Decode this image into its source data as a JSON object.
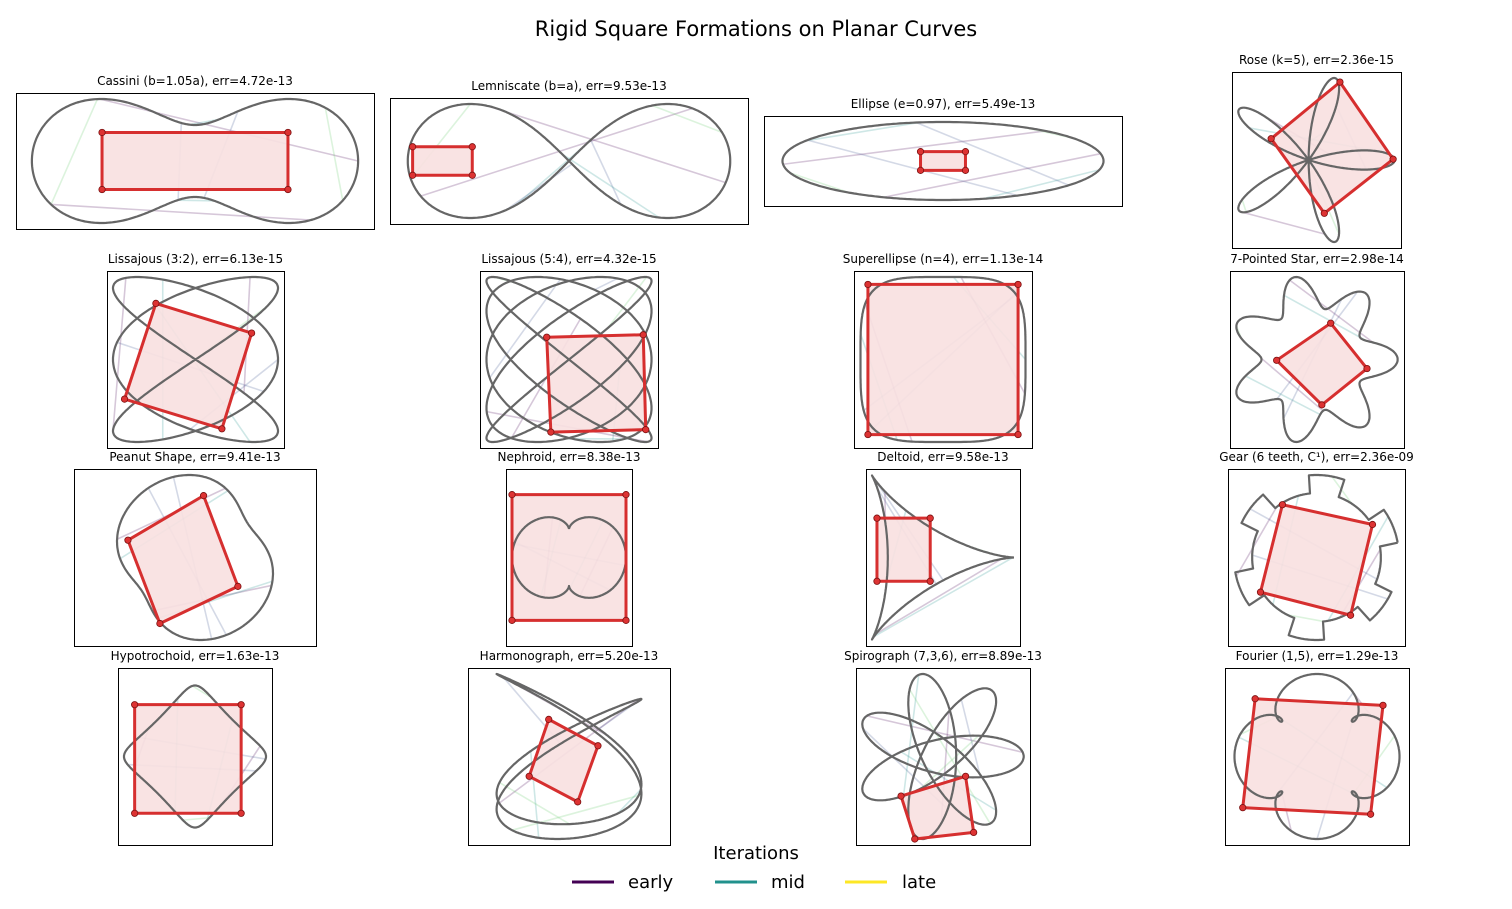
{
  "figure": {
    "title": "Rigid Square Formations on Planar Curves",
    "legend": {
      "title": "Iterations",
      "items": [
        {
          "label": "early",
          "color": "#440154"
        },
        {
          "label": "mid",
          "color": "#21918c"
        },
        {
          "label": "late",
          "color": "#fde725"
        }
      ]
    },
    "colors": {
      "curve": "#666666",
      "square_edge": "#d62f2f",
      "square_fill": "#f8e0e0",
      "vertex_fill": "#dd3333",
      "vertex_edge": "#7a1010"
    }
  },
  "chart_data": [
    {
      "type": "scatter",
      "title": "Cassini (b=1.05a), err=4.72e-13",
      "curve": "cassini",
      "square": [
        [
          -0.57,
          0.46
        ],
        [
          0.57,
          0.46
        ],
        [
          0.57,
          -0.46
        ],
        [
          -0.57,
          -0.46
        ]
      ]
    },
    {
      "type": "scatter",
      "title": "Lemniscate (b=a), err=9.53e-13",
      "curve": "lemniscate",
      "square": [
        [
          -0.97,
          0.25
        ],
        [
          -0.6,
          0.25
        ],
        [
          -0.6,
          -0.25
        ],
        [
          -0.97,
          -0.25
        ]
      ]
    },
    {
      "type": "scatter",
      "title": "Ellipse (e=0.97), err=5.49e-13",
      "curve": "ellipse",
      "square": [
        [
          -0.14,
          0.24
        ],
        [
          0.14,
          0.24
        ],
        [
          0.14,
          -0.24
        ],
        [
          -0.14,
          -0.24
        ]
      ]
    },
    {
      "type": "scatter",
      "title": "Rose (k=5), err=2.36e-15",
      "curve": "rose",
      "square": [
        [
          0.3,
          0.95
        ],
        [
          0.98,
          0.01
        ],
        [
          0.1,
          -0.65
        ],
        [
          -0.58,
          0.26
        ]
      ]
    },
    {
      "type": "scatter",
      "title": "Lissajous (3:2), err=6.13e-15",
      "curve": "lissajous32",
      "square": [
        [
          -0.48,
          0.68
        ],
        [
          0.68,
          0.32
        ],
        [
          0.32,
          -0.84
        ],
        [
          -0.86,
          -0.48
        ]
      ]
    },
    {
      "type": "scatter",
      "title": "Lissajous (5:4), err=4.32e-15",
      "curve": "lissajous54",
      "square": [
        [
          -0.27,
          0.27
        ],
        [
          0.9,
          0.3
        ],
        [
          0.93,
          -0.85
        ],
        [
          -0.22,
          -0.88
        ]
      ]
    },
    {
      "type": "scatter",
      "title": "Superellipse (n=4), err=1.13e-14",
      "curve": "superellipse",
      "square": [
        [
          -0.91,
          0.91
        ],
        [
          0.91,
          0.91
        ],
        [
          0.91,
          -0.91
        ],
        [
          -0.91,
          -0.91
        ]
      ]
    },
    {
      "type": "scatter",
      "title": "7-Pointed Star, err=2.98e-14",
      "curve": "star7",
      "square": [
        [
          0.17,
          0.44
        ],
        [
          0.62,
          -0.11
        ],
        [
          0.06,
          -0.55
        ],
        [
          -0.5,
          -0.01
        ]
      ]
    },
    {
      "type": "scatter",
      "title": "Peanut Shape, err=9.41e-13",
      "curve": "peanut",
      "square": [
        [
          0.11,
          0.75
        ],
        [
          0.55,
          -0.35
        ],
        [
          -0.45,
          -0.8
        ],
        [
          -0.86,
          0.21
        ]
      ]
    },
    {
      "type": "scatter",
      "title": "Nephroid, err=8.38e-13",
      "curve": "nephroid",
      "square": [
        [
          -1.0,
          1.56
        ],
        [
          1.0,
          1.56
        ],
        [
          1.0,
          -1.56
        ],
        [
          -1.0,
          -1.56
        ]
      ]
    },
    {
      "type": "scatter",
      "title": "Deltoid, err=9.58e-13",
      "curve": "deltoid",
      "square": [
        [
          -0.93,
          0.48
        ],
        [
          -0.18,
          0.48
        ],
        [
          -0.18,
          -0.29
        ],
        [
          -0.93,
          -0.29
        ]
      ]
    },
    {
      "type": "scatter",
      "title": "Gear (6 teeth, C¹), err=2.36e-09",
      "curve": "gear",
      "square": [
        [
          -0.42,
          0.64
        ],
        [
          0.69,
          0.4
        ],
        [
          0.42,
          -0.7
        ],
        [
          -0.69,
          -0.42
        ]
      ]
    },
    {
      "type": "scatter",
      "title": "Hypotrochoid, err=1.63e-13",
      "curve": "hypotrochoid",
      "square": [
        [
          -0.85,
          0.73
        ],
        [
          0.65,
          0.73
        ],
        [
          0.65,
          -0.8
        ],
        [
          -0.85,
          -0.8
        ]
      ]
    },
    {
      "type": "scatter",
      "title": "Harmonograph, err=5.20e-13",
      "curve": "harmonograph",
      "square": [
        [
          -0.28,
          0.45
        ],
        [
          0.4,
          0.13
        ],
        [
          0.12,
          -0.55
        ],
        [
          -0.55,
          -0.24
        ]
      ]
    },
    {
      "type": "scatter",
      "title": "Spirograph (7,3,6), err=8.89e-13",
      "curve": "spirograph",
      "square": [
        [
          -0.52,
          -0.48
        ],
        [
          0.28,
          -0.24
        ],
        [
          0.38,
          -0.92
        ],
        [
          -0.35,
          -1.0
        ]
      ]
    },
    {
      "type": "scatter",
      "title": "Fourier (1,5), err=1.29e-13",
      "curve": "fourier",
      "square": [
        [
          -0.75,
          0.7
        ],
        [
          0.8,
          0.62
        ],
        [
          0.65,
          -0.7
        ],
        [
          -0.9,
          -0.62
        ]
      ]
    }
  ]
}
